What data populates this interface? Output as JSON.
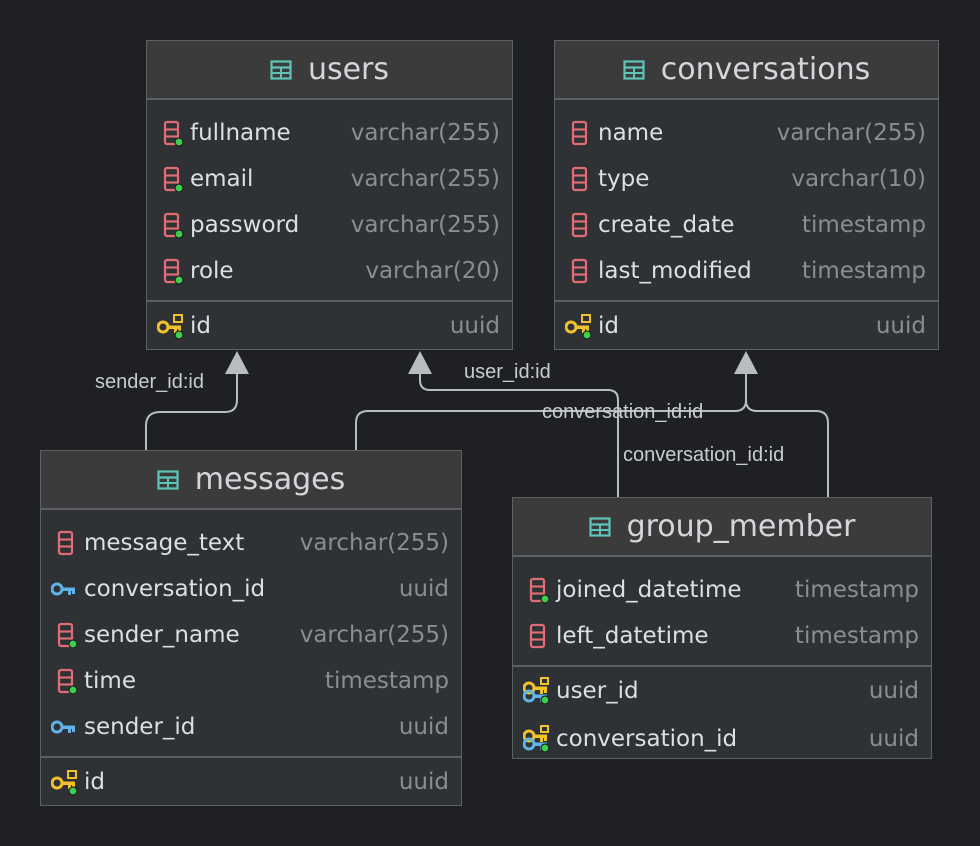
{
  "tables": {
    "users": {
      "name": "users",
      "columns": [
        {
          "name": "fullname",
          "type": "varchar(255)",
          "icon": "column-not-null-icon"
        },
        {
          "name": "email",
          "type": "varchar(255)",
          "icon": "column-not-null-icon"
        },
        {
          "name": "password",
          "type": "varchar(255)",
          "icon": "column-not-null-icon"
        },
        {
          "name": "role",
          "type": "varchar(20)",
          "icon": "column-not-null-icon"
        }
      ],
      "keys": [
        {
          "name": "id",
          "type": "uuid",
          "icon": "primary-key-icon"
        }
      ]
    },
    "conversations": {
      "name": "conversations",
      "columns": [
        {
          "name": "name",
          "type": "varchar(255)",
          "icon": "column-icon"
        },
        {
          "name": "type",
          "type": "varchar(10)",
          "icon": "column-icon"
        },
        {
          "name": "create_date",
          "type": "timestamp",
          "icon": "column-icon"
        },
        {
          "name": "last_modified",
          "type": "timestamp",
          "icon": "column-icon"
        }
      ],
      "keys": [
        {
          "name": "id",
          "type": "uuid",
          "icon": "primary-key-icon"
        }
      ]
    },
    "messages": {
      "name": "messages",
      "columns": [
        {
          "name": "message_text",
          "type": "varchar(255)",
          "icon": "column-icon"
        },
        {
          "name": "conversation_id",
          "type": "uuid",
          "icon": "foreign-key-icon"
        },
        {
          "name": "sender_name",
          "type": "varchar(255)",
          "icon": "column-not-null-icon"
        },
        {
          "name": "time",
          "type": "timestamp",
          "icon": "column-not-null-icon"
        },
        {
          "name": "sender_id",
          "type": "uuid",
          "icon": "foreign-key-icon"
        }
      ],
      "keys": [
        {
          "name": "id",
          "type": "uuid",
          "icon": "primary-key-icon"
        }
      ]
    },
    "group_member": {
      "name": "group_member",
      "columns": [
        {
          "name": "joined_datetime",
          "type": "timestamp",
          "icon": "column-not-null-icon"
        },
        {
          "name": "left_datetime",
          "type": "timestamp",
          "icon": "column-icon"
        }
      ],
      "keys": [
        {
          "name": "user_id",
          "type": "uuid",
          "icon": "primary-foreign-key-icon"
        },
        {
          "name": "conversation_id",
          "type": "uuid",
          "icon": "primary-foreign-key-icon"
        }
      ]
    }
  },
  "relations": {
    "sender": "sender_id:id",
    "user": "user_id:id",
    "msg_conversation": "conversation_id:id",
    "gm_conversation": "conversation_id:id"
  },
  "colors": {
    "background": "#1f2023",
    "column_icon": "#e06c75",
    "not_null_dot": "#3ccf4e",
    "primary_key": "#f2c12e",
    "foreign_key": "#5fb3e6",
    "table_icon": "#5fc4b8",
    "connector": "#b9bcc0"
  }
}
